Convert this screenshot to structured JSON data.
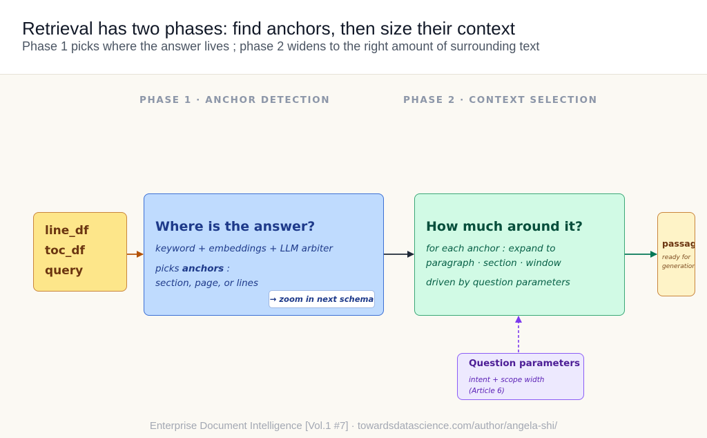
{
  "header": {
    "title": "Retrieval has two phases: find anchors, then size their context",
    "subtitle": "Phase 1 picks where the answer lives ; phase 2 widens to the right amount of surrounding text"
  },
  "phases": {
    "phase1_label": "PHASE 1 · ANCHOR DETECTION",
    "phase2_label": "PHASE 2 · CONTEXT SELECTION"
  },
  "inputs": {
    "items": [
      "line_df",
      "toc_df",
      "query"
    ]
  },
  "phase1": {
    "heading": "Where is the answer?",
    "line1": "keyword + embeddings + LLM arbiter",
    "line2_prefix": "picks ",
    "line2_bold": "anchors",
    "line2_suffix": " :",
    "line3": "section, page, or lines",
    "zoom": "→ zoom in next schema"
  },
  "phase2": {
    "heading": "How much around it?",
    "line1": "for each anchor : expand to",
    "line2": "paragraph · section · window",
    "line3": "driven by question parameters"
  },
  "output": {
    "title": "passages",
    "sub1": "ready for",
    "sub2": "generation"
  },
  "params": {
    "title": "Question parameters",
    "line1": "intent + scope width",
    "line2": "(Article 6)"
  },
  "footer": {
    "text": "Enterprise Document Intelligence [Vol.1 #7]  ·  towardsdatascience.com/author/angela-shi/"
  },
  "colors": {
    "input_arrow": "#b45309",
    "phase_arrow": "#1f2937",
    "output_arrow": "#047857",
    "params_arrow": "#7c3aed"
  }
}
